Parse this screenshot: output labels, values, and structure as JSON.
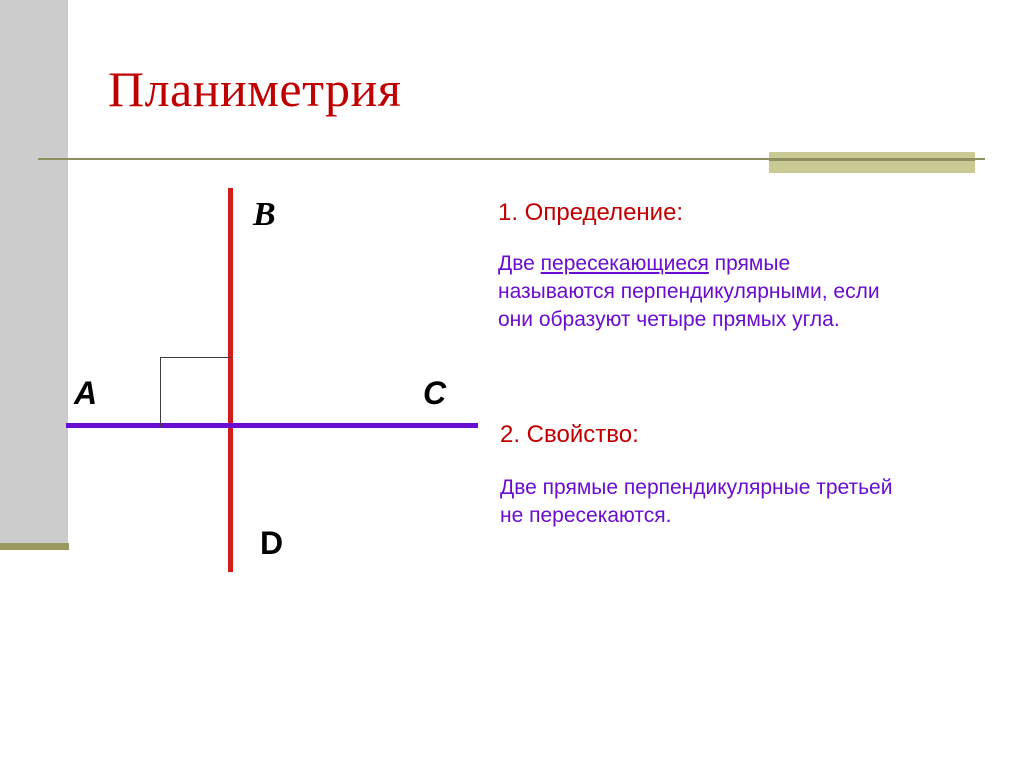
{
  "slide": {
    "title": "Планиметрия",
    "title_color": "#C00000",
    "background_color": "#FFFFFF"
  },
  "decor": {
    "sidebar_color": "#CCCCCC",
    "sidebar_foot_color": "#9A9A5E",
    "rule_color": "#8E8E63",
    "rule_block_color": "#C9C994"
  },
  "figure": {
    "name": "perpendicular-lines-diagram",
    "vertical_line_color": "#D61B1B",
    "horizontal_line_color": "#6A0DD0",
    "right_angle_mark_color": "#3D3D3D",
    "labels": {
      "top": "B",
      "left": "A",
      "right": "C",
      "bottom": "D"
    }
  },
  "notes": [
    {
      "heading": "1. Определение:",
      "heading_color": "#C00000",
      "body_color": "#6A0DD0",
      "lines": [
        [
          {
            "text": "Две ",
            "underline": false
          },
          {
            "text": "пересекающиеся",
            "underline": true
          },
          {
            "text": " прямые",
            "underline": false
          }
        ],
        [
          {
            "text": "называются перпендикулярными, если",
            "underline": false
          }
        ],
        [
          {
            "text": "они образуют четыре прямых угла.",
            "underline": false
          }
        ]
      ]
    },
    {
      "heading": "2. Свойство:",
      "heading_color": "#C00000",
      "body_color": "#6A0DD0",
      "lines": [
        [
          {
            "text": "Две прямые перпендикулярные третьей",
            "underline": false
          }
        ],
        [
          {
            "text": "не пересекаются.",
            "underline": false
          }
        ]
      ]
    }
  ]
}
